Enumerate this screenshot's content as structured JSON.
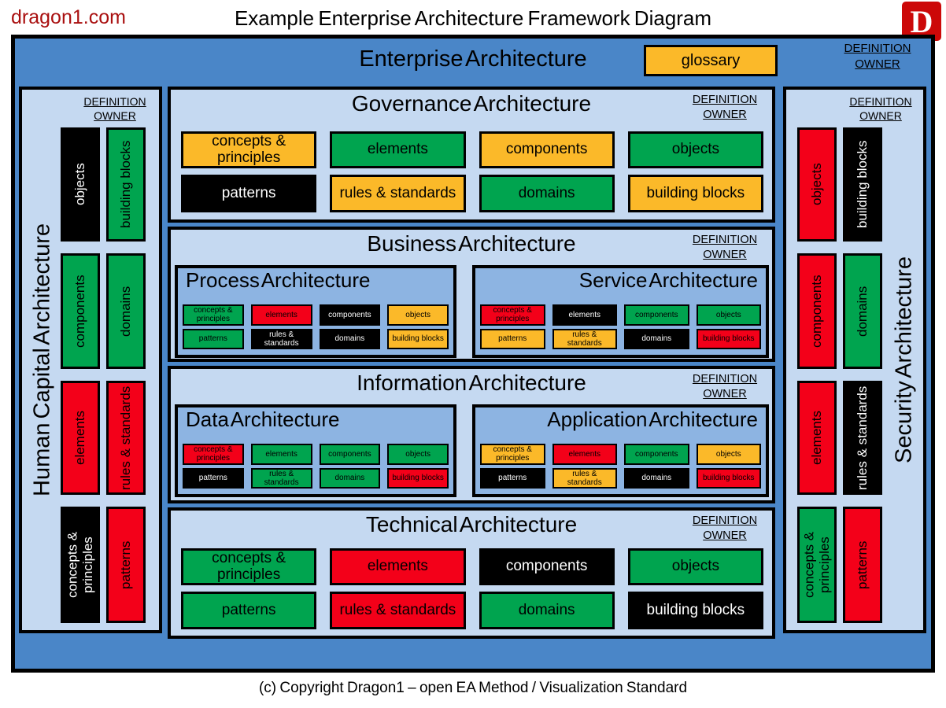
{
  "page": {
    "brand": "dragon1.com",
    "title": "Example Enterprise Architecture Framework Diagram",
    "logo_letter": "D",
    "copyright": "(c) Copyright Dragon1 – open EA Method / Visualization Standard"
  },
  "palette": {
    "frame_blue": "#4A86C8",
    "panel_light_blue": "#C5D9F1",
    "subpanel_blue": "#8DB4E2",
    "green": "#00A44F",
    "red": "#F30019",
    "orange": "#FBB929",
    "black": "#000000",
    "brand_red": "#A90F0F",
    "logo_red": "#CC0808"
  },
  "enterprise": {
    "title": "Enterprise Architecture",
    "glossary": "glossary",
    "definition_owner": "DEFINITION OWNER"
  },
  "human_capital": {
    "title": "Human Capital Architecture",
    "definition_owner": "DEFINITION OWNER",
    "blocks": [
      {
        "label": "objects",
        "color": "black"
      },
      {
        "label": "building blocks",
        "color": "green"
      },
      {
        "label": "components",
        "color": "green"
      },
      {
        "label": "domains",
        "color": "green"
      },
      {
        "label": "elements",
        "color": "red"
      },
      {
        "label": "rules & standards",
        "color": "red"
      },
      {
        "label": "concepts & principles",
        "color": "black"
      },
      {
        "label": "patterns",
        "color": "red"
      }
    ]
  },
  "security": {
    "title": "Security Architecture",
    "definition_owner": "DEFINITION OWNER",
    "blocks": [
      {
        "label": "objects",
        "color": "red"
      },
      {
        "label": "building blocks",
        "color": "black"
      },
      {
        "label": "components",
        "color": "red"
      },
      {
        "label": "domains",
        "color": "green"
      },
      {
        "label": "elements",
        "color": "red"
      },
      {
        "label": "rules & standards",
        "color": "black"
      },
      {
        "label": "concepts & principles",
        "color": "green"
      },
      {
        "label": "patterns",
        "color": "red"
      }
    ]
  },
  "governance": {
    "title": "Governance Architecture",
    "definition_owner": "DEFINITION OWNER",
    "blocks": [
      {
        "label": "concepts & principles",
        "color": "orange"
      },
      {
        "label": "elements",
        "color": "green"
      },
      {
        "label": "components",
        "color": "orange"
      },
      {
        "label": "objects",
        "color": "green"
      },
      {
        "label": "patterns",
        "color": "black"
      },
      {
        "label": "rules & standards",
        "color": "orange"
      },
      {
        "label": "domains",
        "color": "green"
      },
      {
        "label": "building blocks",
        "color": "orange"
      }
    ]
  },
  "business": {
    "title": "Business Architecture",
    "definition_owner": "DEFINITION OWNER",
    "process": {
      "title": "Process Architecture",
      "blocks": [
        {
          "label": "concepts & principles",
          "color": "green"
        },
        {
          "label": "elements",
          "color": "red"
        },
        {
          "label": "components",
          "color": "black"
        },
        {
          "label": "objects",
          "color": "orange"
        },
        {
          "label": "patterns",
          "color": "green"
        },
        {
          "label": "rules & standards",
          "color": "black"
        },
        {
          "label": "domains",
          "color": "black"
        },
        {
          "label": "building blocks",
          "color": "orange"
        }
      ]
    },
    "service": {
      "title": "Service Architecture",
      "blocks": [
        {
          "label": "concepts & principles",
          "color": "red"
        },
        {
          "label": "elements",
          "color": "black"
        },
        {
          "label": "components",
          "color": "green"
        },
        {
          "label": "objects",
          "color": "green"
        },
        {
          "label": "patterns",
          "color": "orange"
        },
        {
          "label": "rules & standards",
          "color": "orange"
        },
        {
          "label": "domains",
          "color": "black"
        },
        {
          "label": "building blocks",
          "color": "red"
        }
      ]
    }
  },
  "information": {
    "title": "Information Architecture",
    "definition_owner": "DEFINITION OWNER",
    "data_arch": {
      "title": "Data Architecture",
      "blocks": [
        {
          "label": "concepts & principles",
          "color": "red"
        },
        {
          "label": "elements",
          "color": "green"
        },
        {
          "label": "components",
          "color": "green"
        },
        {
          "label": "objects",
          "color": "green"
        },
        {
          "label": "patterns",
          "color": "black"
        },
        {
          "label": "rules & standards",
          "color": "green"
        },
        {
          "label": "domains",
          "color": "green"
        },
        {
          "label": "building blocks",
          "color": "red"
        }
      ]
    },
    "application": {
      "title": "Application Architecture",
      "blocks": [
        {
          "label": "concepts & principles",
          "color": "orange"
        },
        {
          "label": "elements",
          "color": "red"
        },
        {
          "label": "components",
          "color": "green"
        },
        {
          "label": "objects",
          "color": "orange"
        },
        {
          "label": "patterns",
          "color": "black"
        },
        {
          "label": "rules & standards",
          "color": "orange"
        },
        {
          "label": "domains",
          "color": "black"
        },
        {
          "label": "building blocks",
          "color": "red"
        }
      ]
    }
  },
  "technical": {
    "title": "Technical Architecture",
    "definition_owner": "DEFINITION OWNER",
    "blocks": [
      {
        "label": "concepts & principles",
        "color": "green"
      },
      {
        "label": "elements",
        "color": "red"
      },
      {
        "label": "components",
        "color": "black"
      },
      {
        "label": "objects",
        "color": "green"
      },
      {
        "label": "patterns",
        "color": "green"
      },
      {
        "label": "rules & standards",
        "color": "red"
      },
      {
        "label": "domains",
        "color": "green"
      },
      {
        "label": "building blocks",
        "color": "black"
      }
    ]
  }
}
